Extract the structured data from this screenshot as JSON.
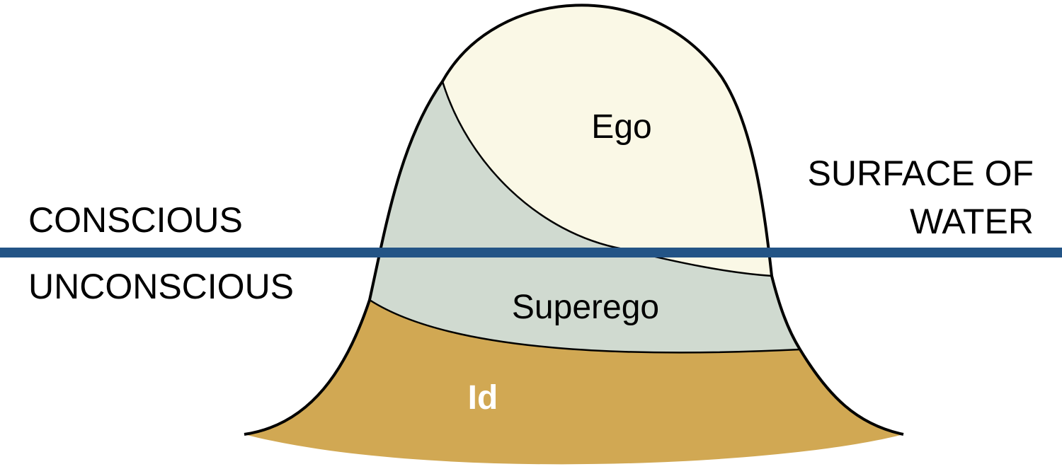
{
  "labels": {
    "conscious": "CONSCIOUS",
    "unconscious": "UNCONSCIOUS",
    "surface_line1": "SURFACE OF",
    "surface_line2": "WATER",
    "ego": "Ego",
    "superego": "Superego",
    "id": "Id"
  },
  "colors": {
    "ego": "#FAF8E6",
    "superego": "#D0DAD0",
    "id": "#D1A853",
    "outline": "#000000",
    "water_line": "#235486",
    "id_text": "#FFFFFF"
  }
}
